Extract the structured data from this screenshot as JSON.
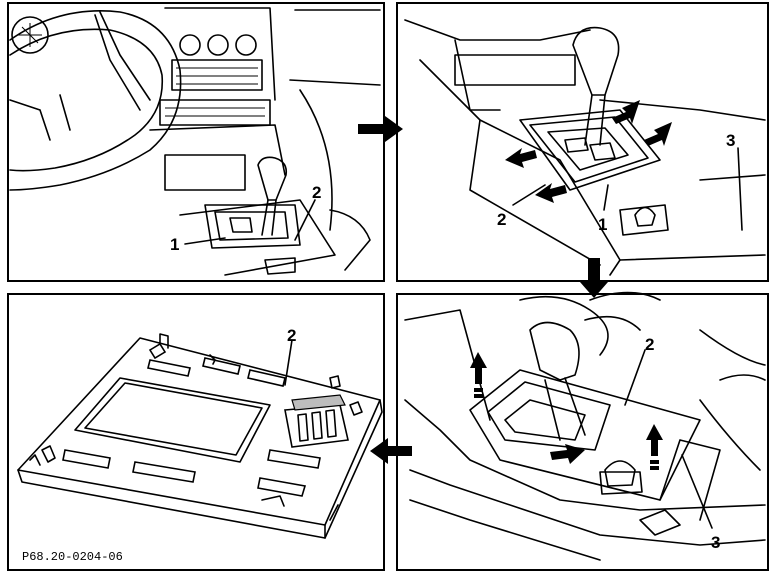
{
  "panels": {
    "top_left": {
      "labels": [
        "1",
        "2"
      ]
    },
    "top_right": {
      "labels": [
        "2",
        "1",
        "3"
      ]
    },
    "bottom_right": {
      "labels": [
        "2",
        "3"
      ]
    },
    "bottom_left": {
      "labels": [
        "2"
      ]
    }
  },
  "figure_code": "P68.20-0204-06"
}
